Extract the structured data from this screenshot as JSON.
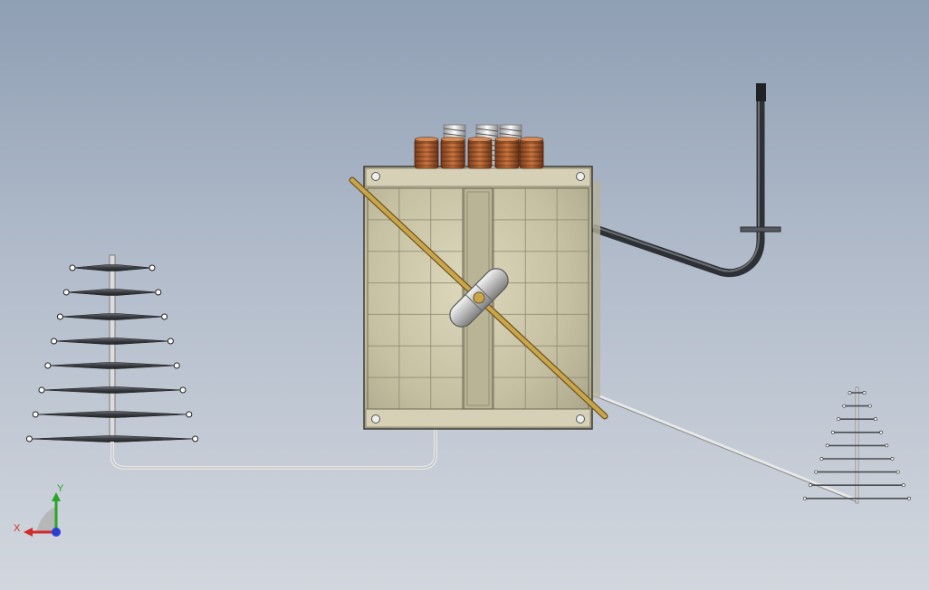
{
  "viewport": {
    "background_top": "#8f9fb4",
    "background_bottom": "#d2d7de"
  },
  "model": {
    "body_color": "#c9c4a8",
    "grid_line_color": "#8c8872",
    "diagonal_strut_color": "#b8953c",
    "coil_copper_color": "#b5673a",
    "spring_color": "#e8e8e8",
    "pipe_color": "#3a3d42",
    "cable_color": "#e6e6e6",
    "antenna_rod_color": "#4a4d52",
    "left_antenna_elements": 8,
    "right_antenna_elements": 9,
    "coil_count": 5,
    "spring_count": 3
  },
  "triad": {
    "x_label": "X",
    "y_label": "Y",
    "x_color": "#d22a2a",
    "y_color": "#2aa52a",
    "z_color": "#2a3fd2",
    "icons": [
      "x-axis-arrow-icon",
      "y-axis-arrow-icon",
      "z-axis-dot-icon"
    ]
  }
}
